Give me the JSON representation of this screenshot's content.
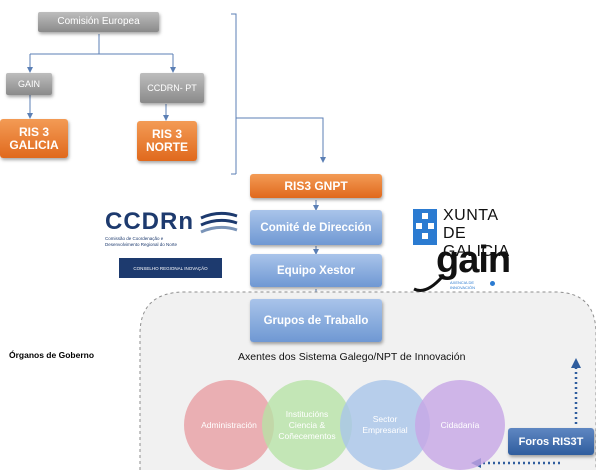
{
  "top": {
    "comision": "Comisión Europea",
    "gain": "GAIN",
    "ccdrn_pt": "CCDRN- PT",
    "ris3_galicia": [
      "RIS 3",
      "GALICIA"
    ],
    "ris3_norte": [
      "RIS 3",
      "NORTE"
    ]
  },
  "center": {
    "ris3_gnpt": "RIS3 GNPT",
    "comite": "Comité de Dirección",
    "equipo": "Equipo Xestor",
    "grupos": "Grupos de Traballo"
  },
  "organos_label": "Órganos de Goberno",
  "axentes_label": "Axentes dos Sistema Galego/NPT de Innovación",
  "circles": [
    {
      "lines": [
        "Administración"
      ],
      "color": "#e9a3a8"
    },
    {
      "lines": [
        "Institucións",
        "Ciencia &",
        "Coñecementos"
      ],
      "color": "#b6e3a5"
    },
    {
      "lines": [
        "Sector",
        "Empresarial"
      ],
      "color": "#a9c5ea"
    },
    {
      "lines": [
        "Cidadanía"
      ],
      "color": "#c7a6e6"
    }
  ],
  "foros": "Foros RIS3T",
  "logos": {
    "ccdrn_title": "CCDRn",
    "ccdrn_sub1": "Comissão de Coordenação e",
    "ccdrn_sub2": "Desenvolvimento Regional do Norte",
    "conselho": "CONSELHO REGIONAL INOVAÇÃO",
    "xunta1": "XUNTA",
    "xunta2": "DE GALICIA",
    "gain": "gain",
    "gain_sub1": "AXENCIA DE",
    "gain_sub2": "INNOVACIÓN"
  },
  "colors": {
    "orange": "#e8742a",
    "blue": "#7fa5db",
    "grey": "#9e9e9e",
    "navy": "#1d3a6e"
  }
}
